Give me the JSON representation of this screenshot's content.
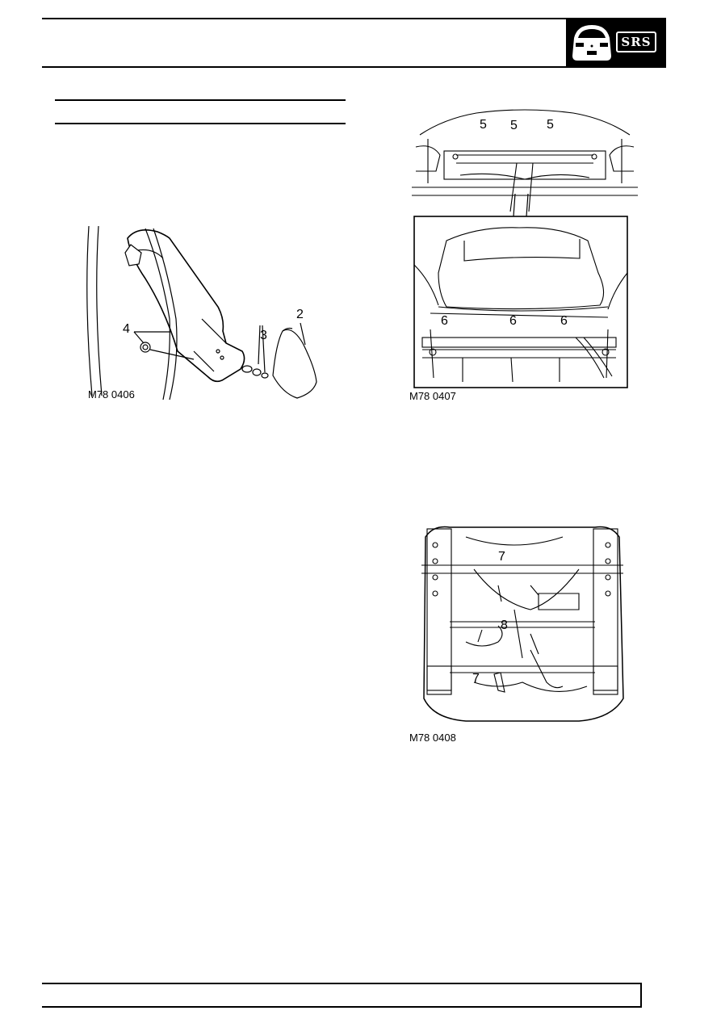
{
  "header": {
    "badge_text": "SRS"
  },
  "figures": [
    {
      "id": "fig1",
      "caption": "M78 0406",
      "callouts": [
        "4",
        "3",
        "2"
      ]
    },
    {
      "id": "fig2",
      "caption": "M78 0407",
      "callouts": [
        "5",
        "5",
        "5",
        "6",
        "6",
        "6"
      ]
    },
    {
      "id": "fig3",
      "caption": "M78 0408",
      "callouts": [
        "7",
        "8",
        "7"
      ]
    }
  ]
}
